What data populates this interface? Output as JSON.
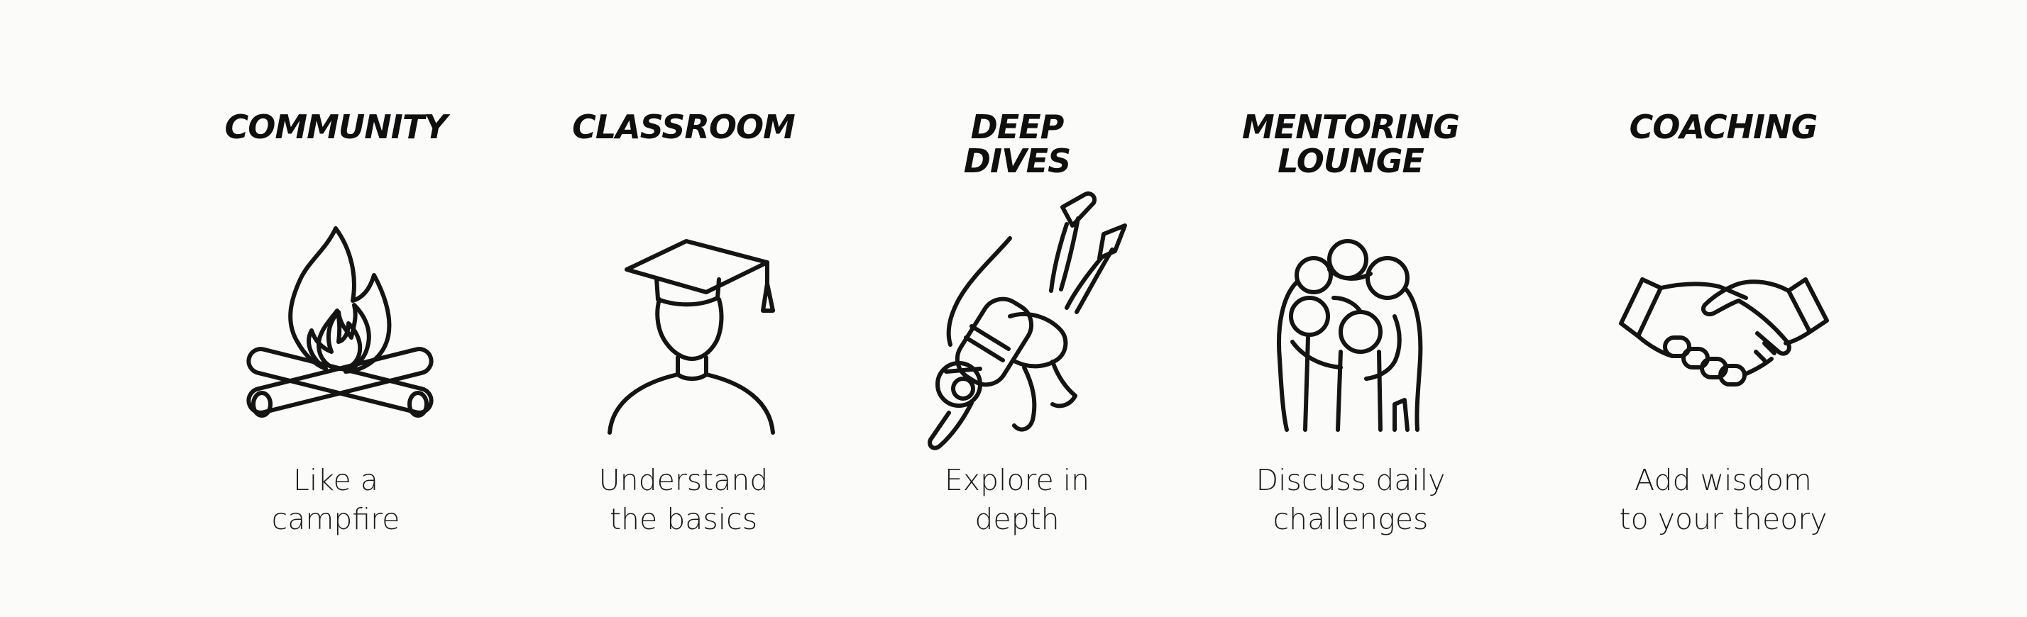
{
  "items": [
    {
      "title_lines": [
        "COMMUNITY"
      ],
      "icon": "campfire-icon",
      "caption_lines": [
        "Like a",
        "campfire"
      ]
    },
    {
      "title_lines": [
        "CLASSROOM"
      ],
      "icon": "graduate-icon",
      "caption_lines": [
        "Understand",
        "the basics"
      ]
    },
    {
      "title_lines": [
        "DEEP",
        "DIVES"
      ],
      "icon": "scuba-diver-icon",
      "caption_lines": [
        "Explore in",
        "depth"
      ]
    },
    {
      "title_lines": [
        "MENTORING",
        "LOUNGE"
      ],
      "icon": "group-hug-icon",
      "caption_lines": [
        "Discuss daily",
        "challenges"
      ]
    },
    {
      "title_lines": [
        "COACHING"
      ],
      "icon": "handshake-icon",
      "caption_lines": [
        "Add wisdom",
        "to your theory"
      ]
    }
  ]
}
